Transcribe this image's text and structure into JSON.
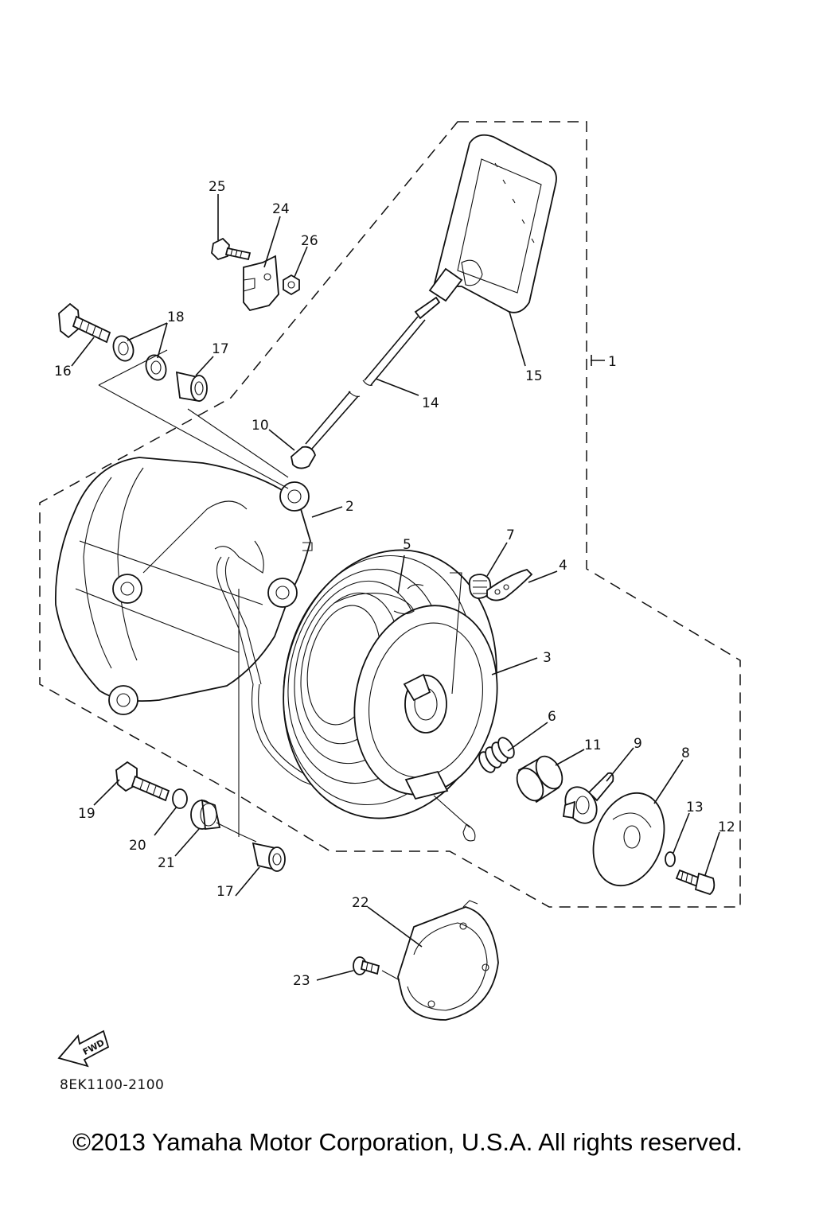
{
  "callouts": {
    "c1": "1",
    "c2": "2",
    "c3": "3",
    "c4": "4",
    "c5": "5",
    "c6": "6",
    "c7": "7",
    "c8": "8",
    "c9": "9",
    "c10": "10",
    "c11": "11",
    "c12": "12",
    "c13": "13",
    "c14": "14",
    "c15": "15",
    "c16": "16",
    "c17a": "17",
    "c17b": "17",
    "c18": "18",
    "c19": "19",
    "c20": "20",
    "c21": "21",
    "c22": "22",
    "c23": "23",
    "c24": "24",
    "c25": "25",
    "c26": "26"
  },
  "fwd_label": "FWD",
  "diagram_code": "8EK1100-2100",
  "copyright": "©2013 Yamaha Motor Corporation, U.S.A. All rights reserved."
}
